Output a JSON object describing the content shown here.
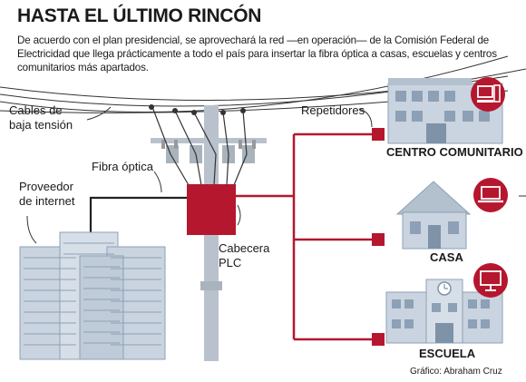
{
  "title": "HASTA EL ÚLTIMO RINCÓN",
  "subtitle": "De acuerdo con el plan presidencial, se aprovechará la red —en operación— de la Comisión Federal de Electricidad que llega prácticamente a todo el país para insertar la fibra óptica a casas, escuelas y centros comunitarios más apartados.",
  "labels": {
    "cables_line1": "Cables de",
    "cables_line2": "baja tensión",
    "fibra": "Fibra óptica",
    "proveedor_line1": "Proveedor",
    "proveedor_line2": "de internet",
    "cabecera_line1": "Cabecera",
    "cabecera_line2": "PLC",
    "repetidores": "Repetidores",
    "centro": "CENTRO COMUNITARIO",
    "casa": "CASA",
    "escuela": "ESCUELA"
  },
  "credit": "Gráfico: Abraham Cruz",
  "colors": {
    "accent": "#b5172f",
    "building": "#c9d4e0",
    "building_dark": "#8da0b5",
    "pole": "#b9c2cc",
    "text": "#1a1a1a"
  },
  "icons": {
    "centro": "desktop-computer-icon",
    "casa": "laptop-icon",
    "escuela": "monitor-icon"
  }
}
